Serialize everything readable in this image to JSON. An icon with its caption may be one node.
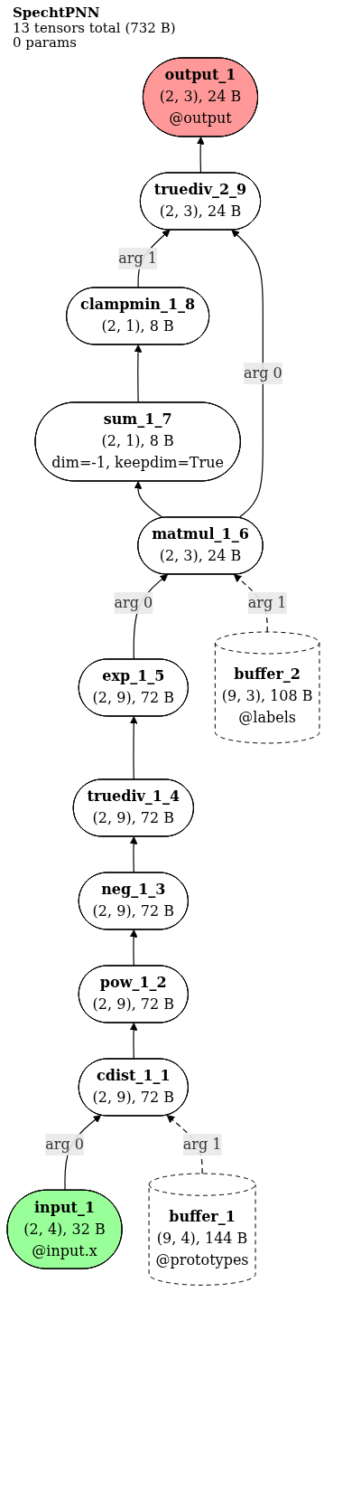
{
  "diagram": {
    "title": "SpechtPNN",
    "nodes": [
      {
        "text": [
          "output_1",
          "(2, 3), 24 B",
          "@output"
        ]
      },
      {
        "text": [
          "truediv_2_9",
          "(2, 3), 24 B"
        ]
      },
      {
        "text": [
          "clampmin_1_8",
          "(2, 1), 8 B"
        ]
      },
      {
        "text": [
          "sum_1_7",
          "(2, 1), 8 B",
          "dim=-1, keepdim=True"
        ]
      },
      {
        "text": [
          "matmul_1_6",
          "(2, 3), 24 B"
        ]
      },
      {
        "text": [
          "exp_1_5",
          "(2, 9), 72 B"
        ]
      },
      {
        "text": [
          "buffer_2",
          "(9, 3), 108 B",
          "@labels"
        ]
      },
      {
        "text": [
          "truediv_1_4",
          "(2, 9), 72 B"
        ]
      },
      {
        "text": [
          "neg_1_3",
          "(2, 9), 72 B"
        ]
      },
      {
        "text": [
          "pow_1_2",
          "(2, 9), 72 B"
        ]
      },
      {
        "text": [
          "cdist_1_1",
          "(2, 9), 72 B"
        ]
      },
      {
        "text": [
          "input_1",
          "(2, 4), 32 B",
          "@input.x"
        ]
      },
      {
        "text": [
          "buffer_1",
          "(9, 4), 144 B",
          "@prototypes"
        ]
      }
    ],
    "edges": [
      {
        "from": 1,
        "to": 0,
        "arrow": "to"
      },
      {
        "from": 2,
        "to": 1,
        "arrow": "to",
        "label": "arg 1"
      },
      {
        "from": 4,
        "to": 1,
        "arrow": "to",
        "label": "arg 0"
      },
      {
        "from": 3,
        "to": 2,
        "arrow": "to"
      },
      {
        "from": 4,
        "to": 3,
        "arrow": "to"
      },
      {
        "from": 5,
        "to": 4,
        "arrow": "to",
        "label": "arg 0"
      },
      {
        "from": 6,
        "to": 4,
        "arrow": "to",
        "label": "arg 1",
        "style": "dashed"
      },
      {
        "from": 7,
        "to": 5,
        "arrow": "to"
      },
      {
        "from": 8,
        "to": 7,
        "arrow": "to"
      },
      {
        "from": 9,
        "to": 8,
        "arrow": "to"
      },
      {
        "from": 10,
        "to": 9,
        "arrow": "to"
      },
      {
        "from": 11,
        "to": 10,
        "arrow": "to",
        "label": "arg 0"
      },
      {
        "from": 12,
        "to": 10,
        "arrow": "to",
        "label": "arg 1",
        "style": "dashed"
      }
    ],
    "labels": [
      "13 tensors total (732 B)",
      "0 params"
    ]
  }
}
